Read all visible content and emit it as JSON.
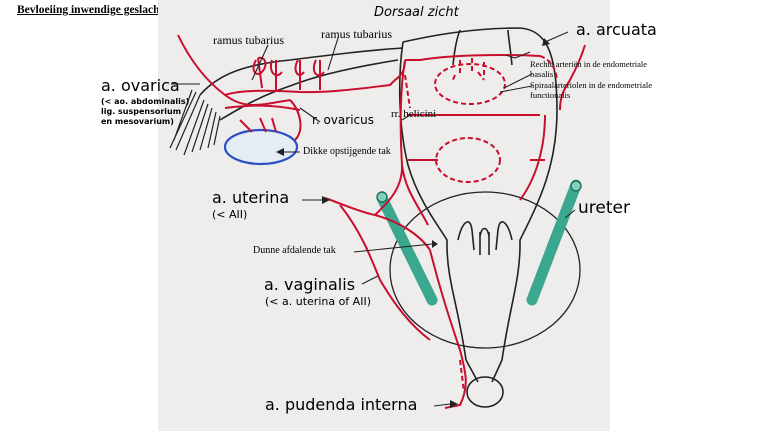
{
  "title": "Bevloeiing inwendige geslachtsorganen",
  "view": "Dorsaal zicht",
  "labels": {
    "a_arcuata": "a. arcuata",
    "ramus_tubarius_1": "ramus tubarius",
    "ramus_tubarius_2": "ramus tubarius",
    "a_ovarica": "a. ovarica",
    "a_ovarica_note_1": "(< ao. abdominalis)",
    "a_ovarica_note_2": "lig. suspensorium",
    "a_ovarica_note_3": "en mesovarium)",
    "r_ovaricus": "r. ovaricus",
    "rr_helicini": "rr. helicini",
    "basal_arteries_1": "Rechte arteriën in de endometriale",
    "basal_arteries_2": "basalis",
    "spiral_arterioles_1": "Spiraalarteriolen in de endometriale",
    "spiral_arterioles_2": "functionalis",
    "dikke_tak": "Dikke opstijgende tak",
    "a_uterina": "a. uterina",
    "a_uterina_origin": "(< AII)",
    "ureter": "ureter",
    "dunne_tak": "Dunne afdalende tak",
    "a_vaginalis": "a. vaginalis",
    "a_vaginalis_origin": "(< a. uterina of AII)",
    "a_pudenda": "a. pudenda interna"
  },
  "colors": {
    "artery": "#c8102e",
    "ovary": "#2a4fc4",
    "ureter": "#3aa78f",
    "outline": "#222222",
    "panel": "#efecec"
  }
}
